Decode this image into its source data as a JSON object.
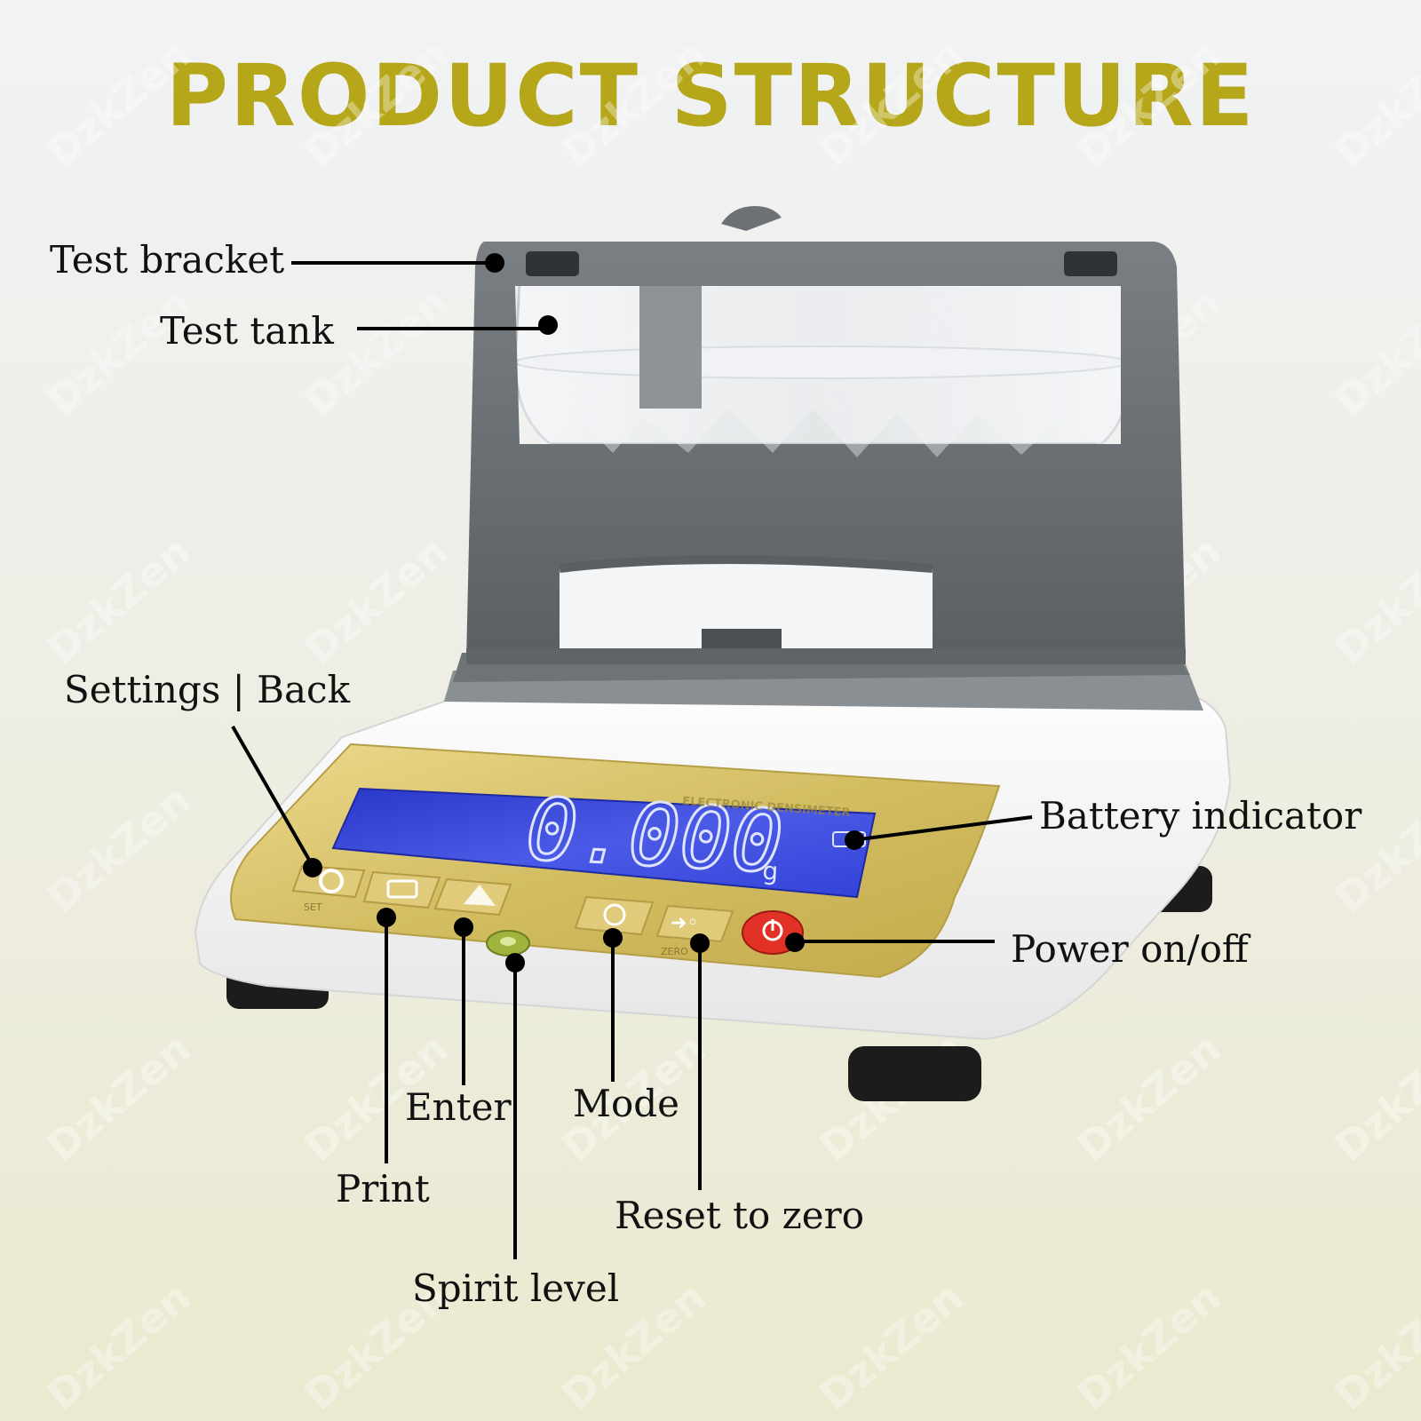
{
  "title": "PRODUCT STRUCTURE",
  "watermark": "DzkZen",
  "device": {
    "panel_brand": "ELECTRONIC DENSIMETER",
    "display_reading": "0.000",
    "display_unit": "g",
    "button_set": "SET",
    "button_zero": "ZERO"
  },
  "labels": {
    "test_bracket": "Test bracket",
    "test_tank": "Test tank",
    "settings_back": "Settings | Back",
    "battery_indicator": "Battery indicator",
    "power": "Power on/off",
    "enter": "Enter",
    "mode": "Mode",
    "print": "Print",
    "reset_zero": "Reset to zero",
    "spirit_level": "Spirit level"
  },
  "colors": {
    "title": "#b5a719",
    "panel_gold": "#d2bd62",
    "display_blue": "#3343d8",
    "bracket_gray": "#6c7176",
    "power_red": "#e23227"
  }
}
